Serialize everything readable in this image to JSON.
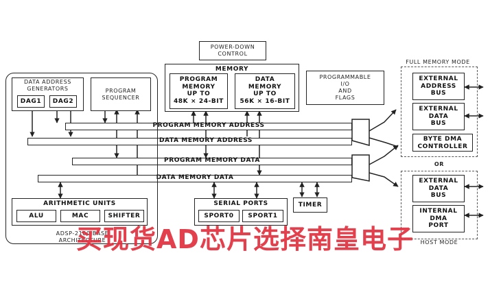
{
  "power_down": "POWER-DOWN\nCONTROL",
  "memory": {
    "title": "MEMORY",
    "program_memory": "PROGRAM\nMEMORY\nUP TO\n48K × 24-BIT",
    "data_memory": "DATA\nMEMORY\nUP TO\n56K × 16-BIT"
  },
  "programmable_io": "PROGRAMMABLE\nI/O\nAND\nFLAGS",
  "dag": {
    "title": "DATA ADDRESS\nGENERATORS",
    "dag1": "DAG1",
    "dag2": "DAG2"
  },
  "program_sequencer": "PROGRAM\nSEQUENCER",
  "buses": {
    "pma": "PROGRAM MEMORY ADDRESS",
    "dma": "DATA MEMORY ADDRESS",
    "pmd": "PROGRAM MEMORY DATA",
    "dmd": "DATA MEMORY DATA"
  },
  "arithmetic": {
    "title": "ARITHMETIC UNITS",
    "alu": "ALU",
    "mac": "MAC",
    "shifter": "SHIFTER"
  },
  "base_arch": "ADSP-2100 BASE\nARCHITECTURE",
  "serial": {
    "title": "SERIAL PORTS",
    "sport0": "SPORT0",
    "sport1": "SPORT1"
  },
  "timer": "TIMER",
  "full_memory_mode": {
    "title": "FULL MEMORY MODE",
    "ext_address_bus": "EXTERNAL\nADDRESS\nBUS",
    "ext_data_bus": "EXTERNAL\nDATA\nBUS",
    "byte_dma": "BYTE DMA\nCONTROLLER"
  },
  "or_label": "OR",
  "host_mode": {
    "title": "HOST MODE",
    "ext_data_bus": "EXTERNAL\nDATA\nBUS",
    "internal_dma": "INTERNAL\nDMA\nPORT"
  },
  "watermark": "买现货AD芯片选择南皇电子",
  "colors": {
    "watermark": "#e0303e",
    "line": "#222222"
  }
}
